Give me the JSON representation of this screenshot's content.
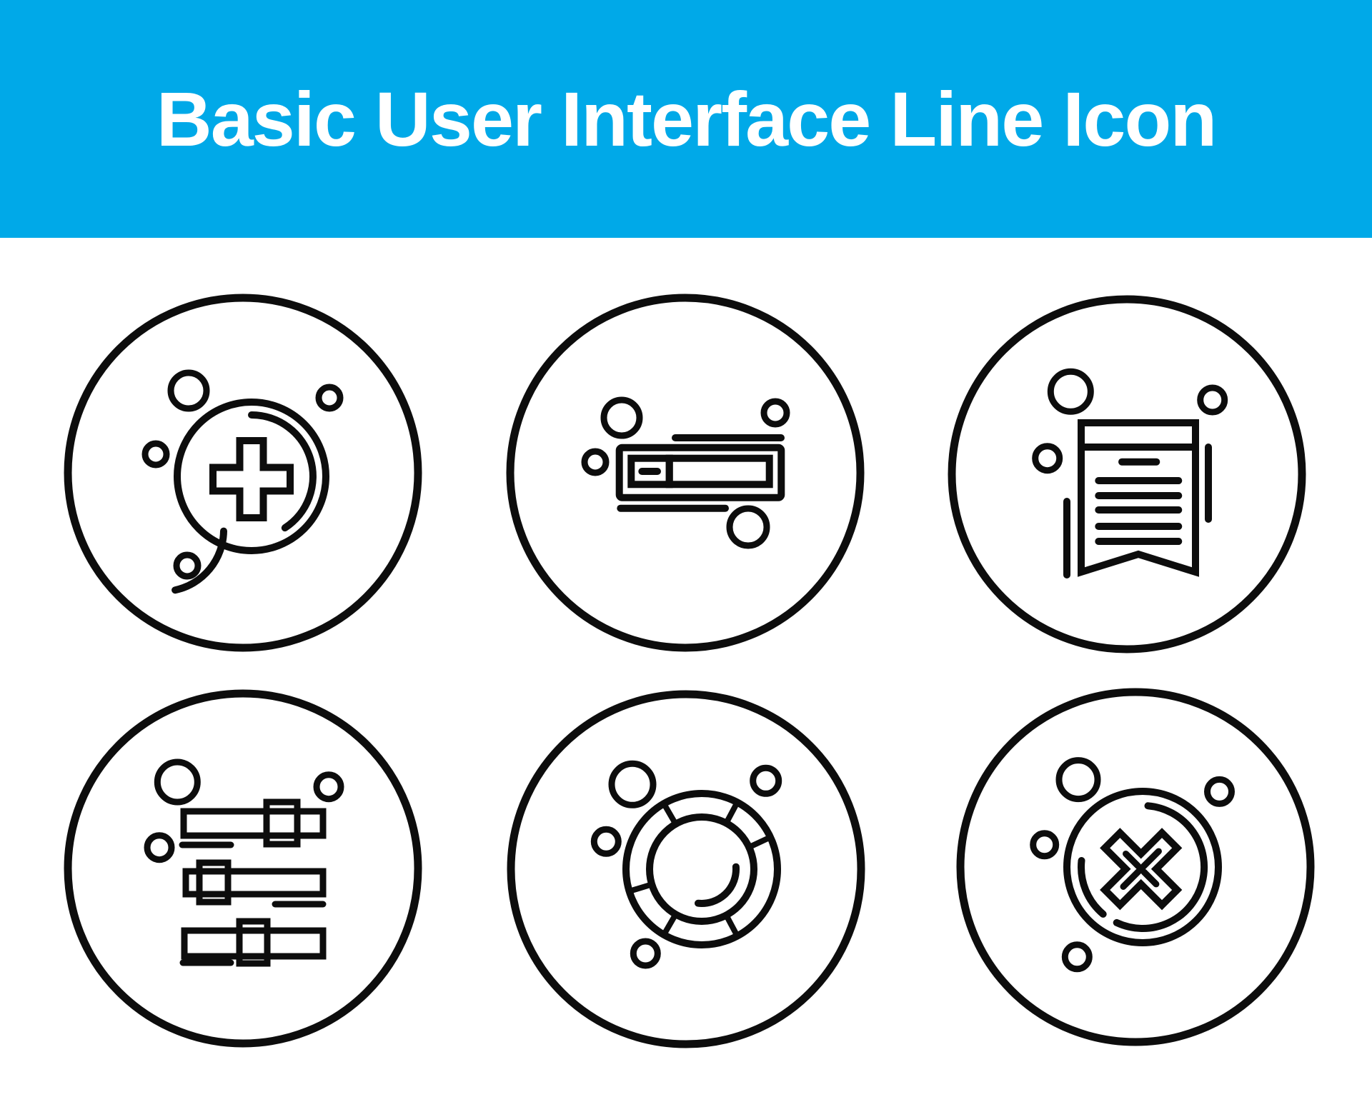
{
  "page": {
    "background": "#ffffff"
  },
  "banner": {
    "title": "Basic User Interface Line Icon",
    "background": "#00A9E8",
    "text_color": "#ffffff"
  },
  "colors": {
    "line": "#0d0d0d",
    "badge_fill": "#ffffff"
  },
  "icons": [
    {
      "name": "add-plus-circle-icon",
      "glyph": "plus sign inside coin medallion with bubbles"
    },
    {
      "name": "loading-bar-icon",
      "glyph": "horizontal progress slider with knob, minus dash and speed lines"
    },
    {
      "name": "bookmark-document-icon",
      "glyph": "ribbon-bottom sheet with header and text lines"
    },
    {
      "name": "settings-sliders-icon",
      "glyph": "three horizontal equalizer sliders with knobs"
    },
    {
      "name": "lifebuoy-help-icon",
      "glyph": "life ring with six segments and inner swoosh"
    },
    {
      "name": "close-cross-circle-icon",
      "glyph": "outlined X inside coin medallion with bubbles"
    }
  ]
}
